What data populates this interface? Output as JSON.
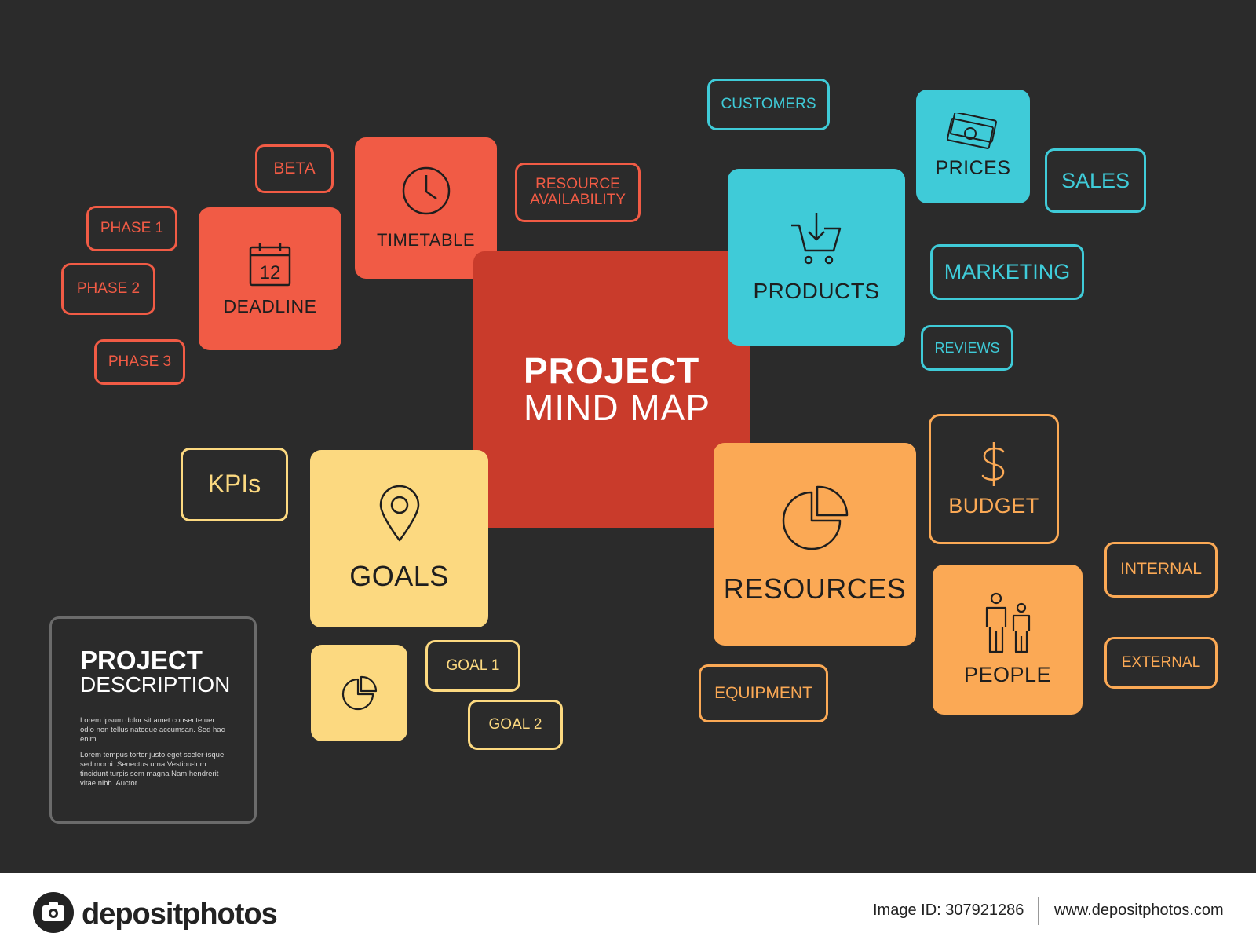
{
  "center": {
    "line1": "PROJECT",
    "line2": "MIND MAP"
  },
  "tiles": {
    "deadline": {
      "label": "DEADLINE",
      "icon": "calendar-icon",
      "icon_text": "12",
      "color": "#f15b45"
    },
    "timetable": {
      "label": "TIMETABLE",
      "icon": "clock-icon",
      "color": "#f15b45"
    },
    "products": {
      "label": "PRODUCTS",
      "icon": "shopping-cart-icon",
      "color": "#3fcbd8"
    },
    "prices": {
      "label": "PRICES",
      "icon": "money-icon",
      "color": "#3fcbd8"
    },
    "goals": {
      "label": "GOALS",
      "icon": "map-pin-icon",
      "color": "#fcd980"
    },
    "goals_small": {
      "icon": "pie-chart-icon",
      "color": "#fcd980"
    },
    "resources": {
      "label": "RESOURCES",
      "icon": "pie-chart-icon",
      "color": "#fba955"
    },
    "budget": {
      "label": "BUDGET",
      "icon": "dollar-icon",
      "color": "#fba955"
    },
    "people": {
      "label": "PEOPLE",
      "icon": "people-icon",
      "color": "#fba955"
    }
  },
  "tags": {
    "beta": "BETA",
    "phase1": "PHASE 1",
    "phase2": "PHASE 2",
    "phase3": "PHASE 3",
    "resource_availability": "RESOURCE\nAVAILABILITY",
    "customers": "CUSTOMERS",
    "sales": "SALES",
    "marketing": "MARKETING",
    "reviews": "REVIEWS",
    "kpis": "KPIs",
    "goal1": "GOAL 1",
    "goal2": "GOAL 2",
    "equipment": "EQUIPMENT",
    "internal": "INTERNAL",
    "external": "EXTERNAL"
  },
  "description": {
    "title1": "PROJECT",
    "title2": "DESCRIPTION",
    "para1": "Lorem ipsum dolor sit amet consectetuer odio non tellus natoque accumsan. Sed hac enim",
    "para2": "Lorem tempus tortor justo eget sceler-isque sed morbi. Senectus urna Vestibu-lum tincidunt turpis sem magna Nam hendrerit vitae nibh. Auctor"
  },
  "footer": {
    "logo": "depositphotos",
    "image_id": "Image ID: 307921286",
    "website": "www.depositphotos.com"
  },
  "colors": {
    "background": "#2b2b2b",
    "red": "#f15b45",
    "dark_red": "#c93b2b",
    "cyan": "#3fcbd8",
    "yellow": "#fcd980",
    "orange": "#fba955"
  }
}
